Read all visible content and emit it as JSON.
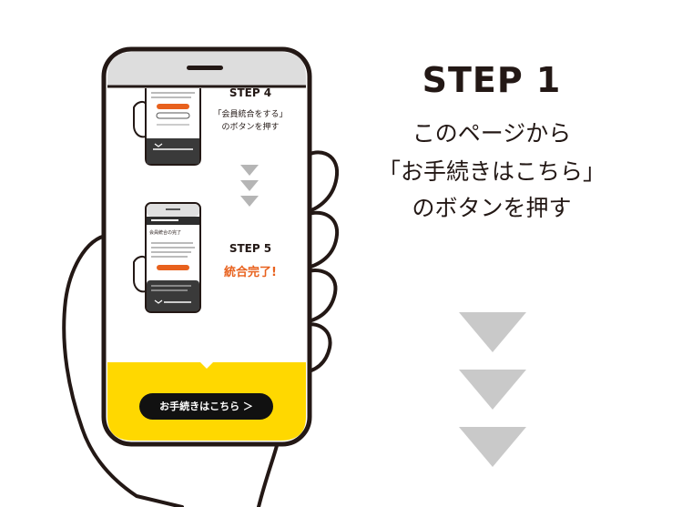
{
  "heading": {
    "step_title": "STEP 1",
    "lines": [
      "このページから",
      "「お手続きはこちら」",
      "のボタンを押す"
    ]
  },
  "phone": {
    "step4": {
      "number": "STEP 4",
      "desc_line1": "「会員統合をする」",
      "desc_line2": "のボタンを押す"
    },
    "step5": {
      "number": "STEP 5",
      "result": "統合完了!"
    },
    "cta": {
      "label": "お手続きはこちら ＞"
    },
    "mini_screen": {
      "title": "会員統合の完了"
    }
  },
  "colors": {
    "accent_yellow": "#ffd800",
    "accent_orange": "#e8611d",
    "ink": "#231815",
    "arrow_gray": "#c9c9c9"
  }
}
